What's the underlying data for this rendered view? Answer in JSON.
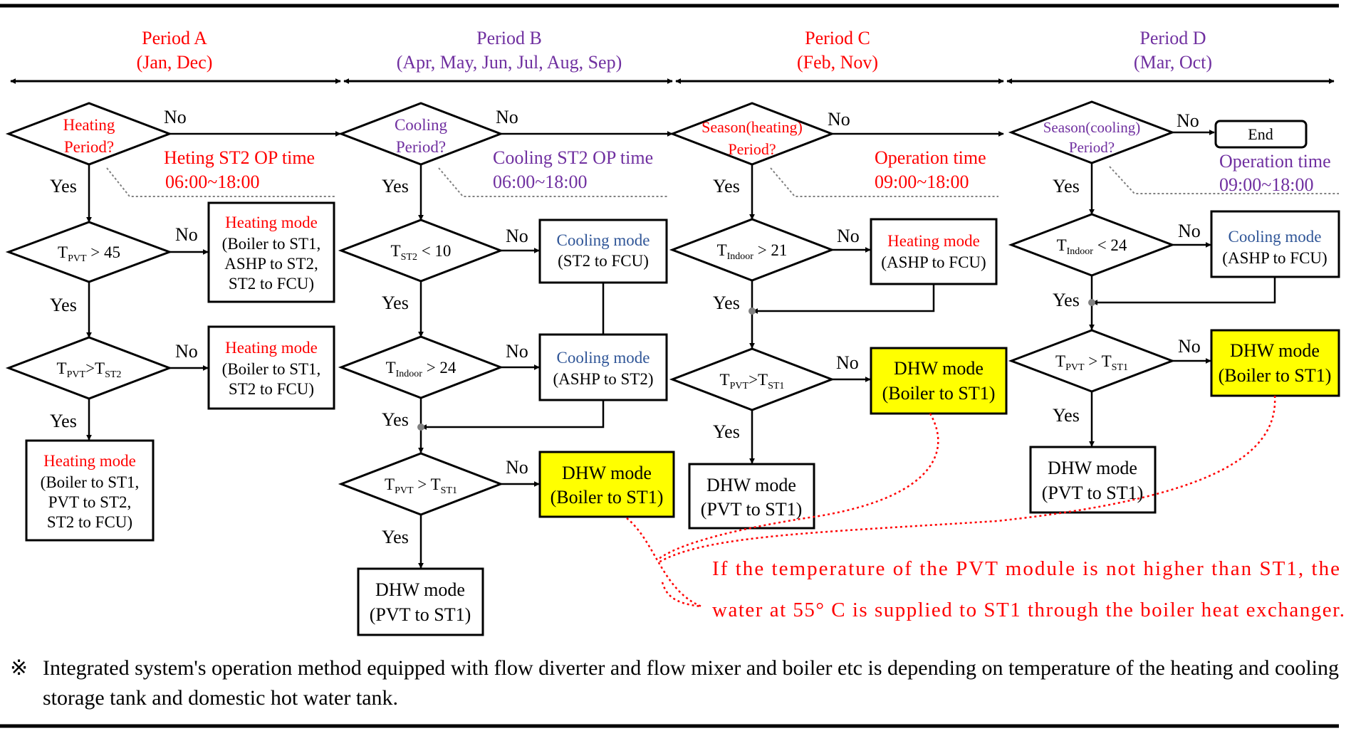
{
  "periods": [
    {
      "name": "Period A",
      "months": "(Jan, Dec)"
    },
    {
      "name": "Period B",
      "months": "(Apr, May, Jun, Jul, Aug, Sep)"
    },
    {
      "name": "Period C",
      "months": "(Feb, Nov)"
    },
    {
      "name": "Period D",
      "months": "(Mar, Oct)"
    }
  ],
  "labels": {
    "yes": "Yes",
    "no": "No",
    "end": "End"
  },
  "colA": {
    "q1": [
      "Heating",
      "Period?"
    ],
    "op_time": "Heting ST2 OP time",
    "op_hours": "06:00~18:00",
    "q2": {
      "main": "T",
      "sub": "PVT",
      "rest": " > 45"
    },
    "box1": {
      "title": "Heating mode",
      "lines": [
        "(Boiler to ST1,",
        "ASHP to ST2,",
        "ST2 to FCU)"
      ]
    },
    "q3": {
      "main": "T",
      "sub": "PVT",
      "mid": ">T",
      "sub2": "ST2"
    },
    "box2": {
      "title": "Heating mode",
      "lines": [
        "(Boiler to ST1,",
        "ST2 to FCU)"
      ]
    },
    "box3": {
      "title": "Heating mode",
      "lines": [
        "(Boiler to ST1,",
        "PVT to ST2,",
        "ST2 to FCU)"
      ]
    }
  },
  "colB": {
    "q1": [
      "Cooling",
      "Period?"
    ],
    "op_time": "Cooling ST2 OP time",
    "op_hours": "06:00~18:00",
    "q2": {
      "main": "T",
      "sub": "ST2",
      "rest": " < 10"
    },
    "box1": {
      "title": "Cooling mode",
      "line": "(ST2 to FCU)"
    },
    "q3": {
      "main": "T",
      "sub": "Indoor",
      "rest": " > 24"
    },
    "box2": {
      "title": "Cooling mode",
      "line": "(ASHP to ST2)"
    },
    "q4": {
      "main": "T",
      "sub": "PVT",
      "mid": " > T",
      "sub2": "ST1"
    },
    "dhw_boiler": [
      "DHW mode",
      "(Boiler to ST1)"
    ],
    "dhw_pvt": [
      "DHW mode",
      "(PVT to ST1)"
    ]
  },
  "colC": {
    "q1": [
      "Season(heating)",
      "Period?"
    ],
    "op_time": "Operation time",
    "op_hours": "09:00~18:00",
    "q2": {
      "main": "T",
      "sub": "Indoor",
      "rest": " > 21"
    },
    "box1": {
      "title": "Heating mode",
      "line": "(ASHP to FCU)"
    },
    "q3": {
      "main": "T",
      "sub": "PVT",
      "mid": ">T",
      "sub2": "ST1"
    },
    "dhw_boiler": [
      "DHW mode",
      "(Boiler to ST1)"
    ],
    "dhw_pvt": [
      "DHW mode",
      "(PVT to ST1)"
    ]
  },
  "colD": {
    "q1": [
      "Season(cooling)",
      "Period?"
    ],
    "op_time": "Operation time",
    "op_hours": "09:00~18:00",
    "q2": {
      "main": "T",
      "sub": "Indoor",
      "rest": " < 24"
    },
    "box1": {
      "title": "Cooling mode",
      "line": "(ASHP to FCU)"
    },
    "q3": {
      "main": "T",
      "sub": "PVT",
      "mid": " > T",
      "sub2": "ST1"
    },
    "dhw_boiler": [
      "DHW mode",
      "(Boiler to ST1)"
    ],
    "dhw_pvt": [
      "DHW mode",
      "(PVT to ST1)"
    ]
  },
  "note": {
    "line1": "If the temperature of the PVT module is not higher than ST1, the",
    "line2": "water at 55° C is supplied to ST1 through the boiler heat exchanger."
  },
  "footnote": {
    "mark": "※",
    "text": "Integrated system's operation method equipped with flow diverter and flow mixer and boiler etc is depending on temperature of the heating and cooling storage tank and domestic hot water tank."
  },
  "colors": {
    "heating": "#ff0000",
    "cooling": "#7030a0",
    "cooling_mode": "#2f5597",
    "dhw_fill": "#ffff00",
    "note": "#ff0000",
    "connector_dot": "#808080"
  }
}
